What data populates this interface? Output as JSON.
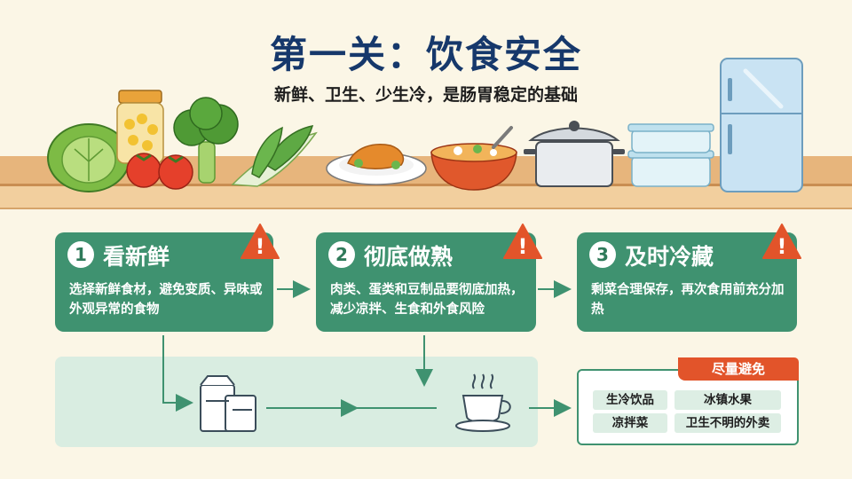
{
  "header": {
    "title": "第一关：饮食安全",
    "subtitle": "新鲜、卫生、少生冷，是肠胃稳定的基础"
  },
  "steps": [
    {
      "number": "1",
      "title": "看新鲜",
      "description": "选择新鲜食材，避免变质、异味或外观异常的食物"
    },
    {
      "number": "2",
      "title": "彻底做熟",
      "description": "肉类、蛋类和豆制品要彻底加热，减少凉拌、生食和外食风险"
    },
    {
      "number": "3",
      "title": "及时冷藏",
      "description": "剩菜合理保存，再次食用前充分加热"
    }
  ],
  "avoid": {
    "label": "尽量避免",
    "items": [
      "生冷饮品",
      "冰镇水果",
      "凉拌菜",
      "卫生不明的外卖"
    ]
  },
  "warning_icon": {
    "symbol": "!",
    "color": "#e2542a"
  },
  "colors": {
    "accent": "#3f9270",
    "title": "#16386b",
    "warning": "#e2542a"
  },
  "icons": [
    "cabbage-icon",
    "jar-icon",
    "broccoli-icon",
    "tomato-icon",
    "bok-choy-icon",
    "plate-icon",
    "soup-bowl-icon",
    "pot-icon",
    "container-icon",
    "fridge-icon",
    "grocery-icon",
    "coffee-cup-icon"
  ]
}
